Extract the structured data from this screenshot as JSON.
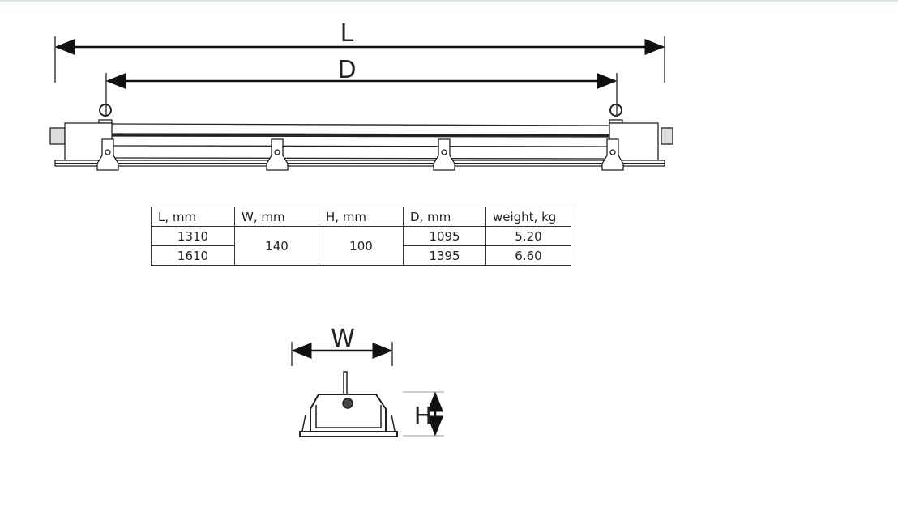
{
  "labels": {
    "length": "L",
    "distance": "D",
    "width": "W",
    "height": "H"
  },
  "table": {
    "headers": [
      "L, mm",
      "W, mm",
      "H, mm",
      "D, mm",
      "weight, kg"
    ],
    "rows": [
      {
        "L": "1310",
        "D": "1095",
        "weight": "5.20"
      },
      {
        "L": "1610",
        "D": "1395",
        "weight": "6.60"
      }
    ],
    "shared": {
      "W": "140",
      "H": "100"
    }
  }
}
